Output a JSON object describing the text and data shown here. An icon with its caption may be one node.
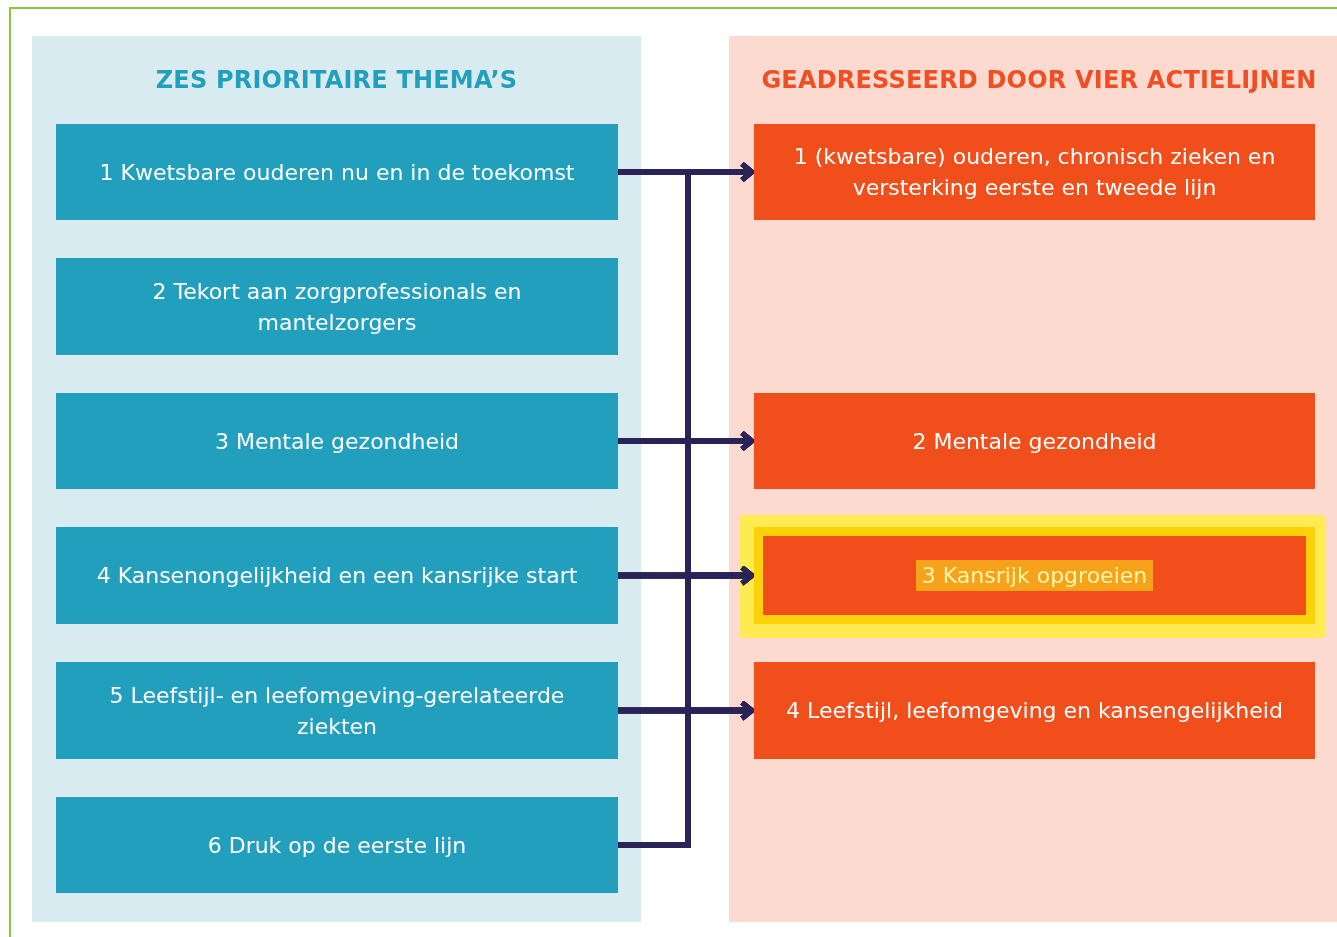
{
  "diagram": {
    "nodes": [
      {
        "text": [
          "ZES PRIORITAIRE THEMA’S"
        ]
      },
      {
        "text": [
          "1 Kwetsbare ouderen nu en in de toekomst"
        ],
        "in": 0
      },
      {
        "text": [
          "2 Tekort aan zorgprofessionals en mantelzorgers"
        ],
        "in": 0
      },
      {
        "text": [
          "3 Mentale gezondheid"
        ],
        "in": 0
      },
      {
        "text": [
          "4 Kansenongelijkheid en een kansrijke start"
        ],
        "in": 0
      },
      {
        "text": [
          "5 Leefstijl- en leefomgeving-gerelateerde ziekten"
        ],
        "in": 0
      },
      {
        "text": [
          "6 Druk op de eerste lijn"
        ],
        "in": 0
      },
      {
        "text": [
          "GEADRESSEERD DOOR VIER ACTIELIJNEN"
        ]
      },
      {
        "text": [
          "1 (kwetsbare) ouderen, chronisch zieken en versterking eerste en tweede lijn"
        ],
        "in": 7
      },
      {
        "text": [
          "2 Mentale gezondheid"
        ],
        "in": 7
      },
      {
        "text": [
          "3 Kansrijk opgroeien"
        ],
        "in": 7
      },
      {
        "text": [
          "4 Leefstijl, leefomgeving en kansengelijkheid"
        ],
        "in": 7
      }
    ],
    "edges": [
      {
        "from": 1,
        "to": 8,
        "arrow": "to"
      },
      {
        "from": 1,
        "to": 9,
        "arrow": "to"
      },
      {
        "from": 1,
        "to": 10,
        "arrow": "to"
      },
      {
        "from": 1,
        "to": 11,
        "arrow": "to"
      },
      {
        "from": 3,
        "to": 8,
        "arrow": "to"
      },
      {
        "from": 3,
        "to": 9,
        "arrow": "to"
      },
      {
        "from": 3,
        "to": 10,
        "arrow": "to"
      },
      {
        "from": 3,
        "to": 11,
        "arrow": "to"
      },
      {
        "from": 4,
        "to": 8,
        "arrow": "to"
      },
      {
        "from": 4,
        "to": 9,
        "arrow": "to"
      },
      {
        "from": 4,
        "to": 10,
        "arrow": "to"
      },
      {
        "from": 4,
        "to": 11,
        "arrow": "to"
      },
      {
        "from": 5,
        "to": 8,
        "arrow": "to"
      },
      {
        "from": 5,
        "to": 9,
        "arrow": "to"
      },
      {
        "from": 5,
        "to": 10,
        "arrow": "to"
      },
      {
        "from": 5,
        "to": 11,
        "arrow": "to"
      },
      {
        "from": 6,
        "to": 8,
        "arrow": "to"
      },
      {
        "from": 6,
        "to": 9,
        "arrow": "to"
      },
      {
        "from": 6,
        "to": 10,
        "arrow": "to"
      },
      {
        "from": 6,
        "to": 11,
        "arrow": "to"
      }
    ]
  }
}
